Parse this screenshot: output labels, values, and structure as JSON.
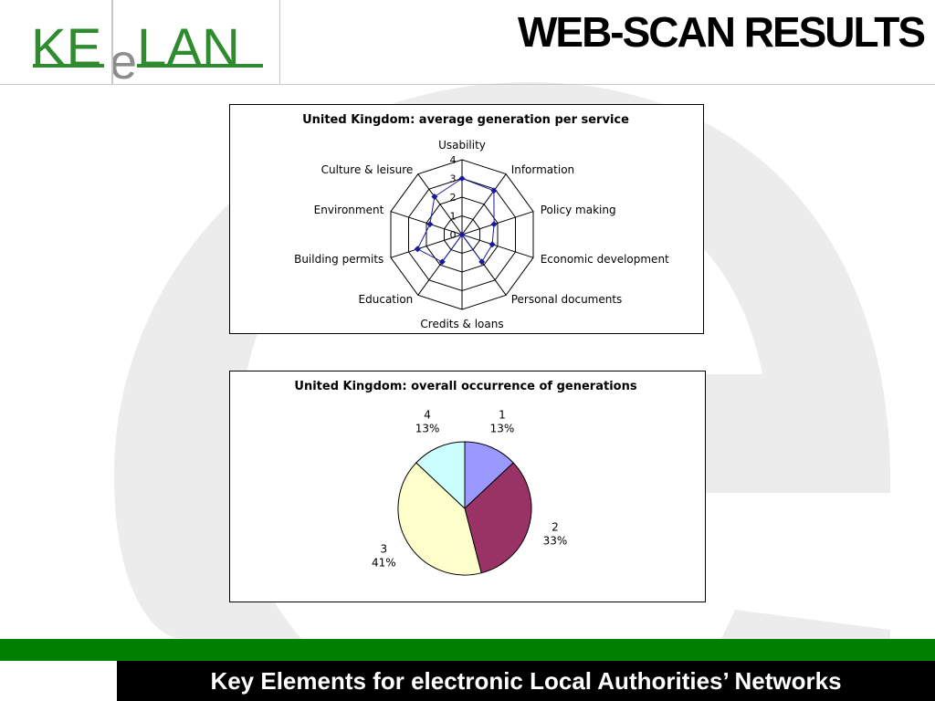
{
  "logo": {
    "part1": "KE",
    "part2": "e",
    "part3": "LAN",
    "colors": {
      "green": "#2e8b2e",
      "gray": "#8c8c8c"
    }
  },
  "slide_title": "WEB-SCAN RESULTS",
  "footer": {
    "text": "Key Elements for electronic Local Authorities’ Networks"
  },
  "colors": {
    "green_band": "#008000",
    "footer_bg": "#000000",
    "background_e": "#ececec",
    "radar_series": "#1a1aa0"
  },
  "chart_data": [
    {
      "type": "radar",
      "title": "United Kingdom: average generation per service",
      "axes": [
        "Usability",
        "Information",
        "Policy making",
        "Economic development",
        "Personal documents",
        "Credits & loans",
        "Education",
        "Building permits",
        "Environment",
        "Culture & leisure"
      ],
      "values": [
        3.0,
        2.9,
        1.8,
        1.7,
        1.8,
        0.0,
        1.8,
        2.5,
        1.8,
        2.5
      ],
      "ticks": [
        "0",
        "1",
        "2",
        "3",
        "4"
      ],
      "rlim": [
        0,
        4
      ],
      "grid": true
    },
    {
      "type": "pie",
      "title": "United Kingdom: overall occurrence of generations",
      "slices": [
        {
          "label": "1",
          "pct": "13%",
          "value": 13,
          "color": "#9999ff"
        },
        {
          "label": "2",
          "pct": "33%",
          "value": 33,
          "color": "#993366"
        },
        {
          "label": "3",
          "pct": "41%",
          "value": 41,
          "color": "#ffffcc"
        },
        {
          "label": "4",
          "pct": "13%",
          "value": 13,
          "color": "#ccffff"
        }
      ]
    }
  ]
}
